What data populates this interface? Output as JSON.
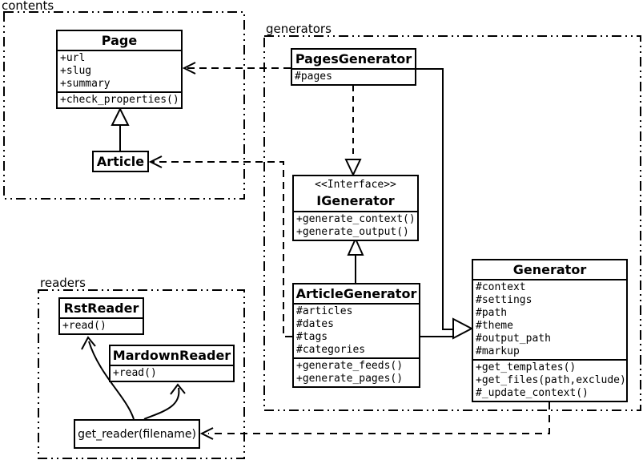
{
  "diagram": {
    "colors": {
      "line": "#000000",
      "background": "#ffffff",
      "box_fill": "#ffffff"
    },
    "packages": {
      "contents": {
        "label": "contents"
      },
      "generators": {
        "label": "generators"
      },
      "readers": {
        "label": "readers"
      }
    },
    "classes": {
      "page": {
        "title": "Page",
        "attributes": [
          "+url",
          "+slug",
          "+summary"
        ],
        "methods": [
          "+check_properties()"
        ]
      },
      "article": {
        "title": "Article"
      },
      "pages_generator": {
        "title": "PagesGenerator",
        "attributes": [
          "#pages"
        ]
      },
      "igenerator": {
        "stereotype": "<<Interface>>",
        "title": "IGenerator",
        "methods": [
          "+generate_context()",
          "+generate_output()"
        ]
      },
      "article_generator": {
        "title": "ArticleGenerator",
        "attributes": [
          "#articles",
          "#dates",
          "#tags",
          "#categories"
        ],
        "methods": [
          "+generate_feeds()",
          "+generate_pages()"
        ]
      },
      "generator": {
        "title": "Generator",
        "attributes": [
          "#context",
          "#settings",
          "#path",
          "#theme",
          "#output_path",
          "#markup"
        ],
        "methods": [
          "+get_templates()",
          "+get_files(path,exclude)",
          "#_update_context()"
        ]
      },
      "rst_reader": {
        "title": "RstReader",
        "methods": [
          "+read()"
        ]
      },
      "mardown_reader": {
        "title": "MardownReader",
        "methods": [
          "+read()"
        ]
      },
      "get_reader": {
        "title": "get_reader(filename)"
      }
    }
  }
}
